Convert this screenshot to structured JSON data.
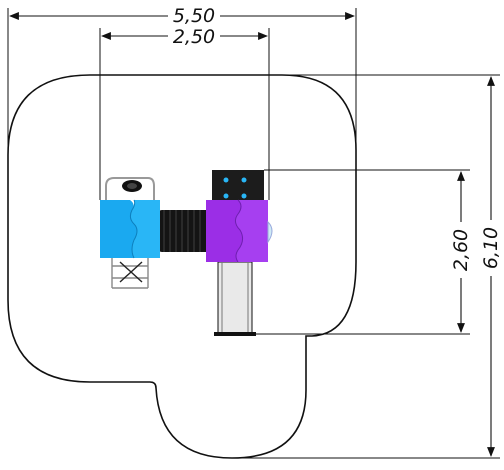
{
  "dimensions": {
    "total_width": "5,50",
    "inner_width": "2,50",
    "inner_height": "2,60",
    "total_height": "6,10"
  },
  "colors": {
    "line": "#111111",
    "blue_roof": "#1aa9f0",
    "purple_roof": "#9b2ee6",
    "tunnel": "#141414",
    "tower_back": "#1c1c1c",
    "slide": "#e9e9e9",
    "accent_blue": "#29b6f6"
  }
}
